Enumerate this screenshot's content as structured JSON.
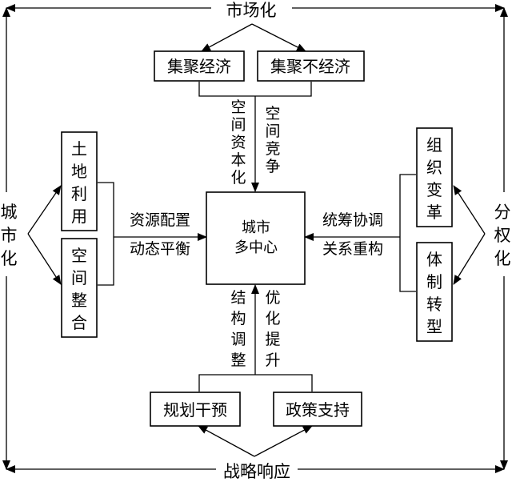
{
  "top": {
    "label": "市场化"
  },
  "bottom": {
    "label": "战略响应"
  },
  "left": {
    "label": "城市化",
    "chars": [
      "城",
      "市",
      "化"
    ]
  },
  "right": {
    "label": "分权化",
    "chars": [
      "分",
      "权",
      "化"
    ]
  },
  "center": {
    "line1": "城市",
    "line2": "多中心"
  },
  "top_boxes": {
    "left": "集聚经济",
    "right": "集聚不经济"
  },
  "bottom_boxes": {
    "left": "规划干预",
    "right": "政策支持"
  },
  "left_boxes": {
    "upper": [
      "土",
      "地",
      "利",
      "用"
    ],
    "lower": [
      "空",
      "间",
      "整",
      "合"
    ]
  },
  "right_boxes": {
    "upper": [
      "组",
      "织",
      "变",
      "革"
    ],
    "lower": [
      "体",
      "制",
      "转",
      "型"
    ]
  },
  "top_links": {
    "left": [
      "空",
      "间",
      "资",
      "本",
      "化"
    ],
    "right": [
      "空",
      "间",
      "竞",
      "争"
    ]
  },
  "bottom_links": {
    "left": [
      "结",
      "构",
      "调",
      "整"
    ],
    "right": [
      "优",
      "化",
      "提",
      "升"
    ]
  },
  "left_link": {
    "line1": "资源配置",
    "line2": "动态平衡"
  },
  "right_link": {
    "line1": "统筹协调",
    "line2": "关系重构"
  }
}
